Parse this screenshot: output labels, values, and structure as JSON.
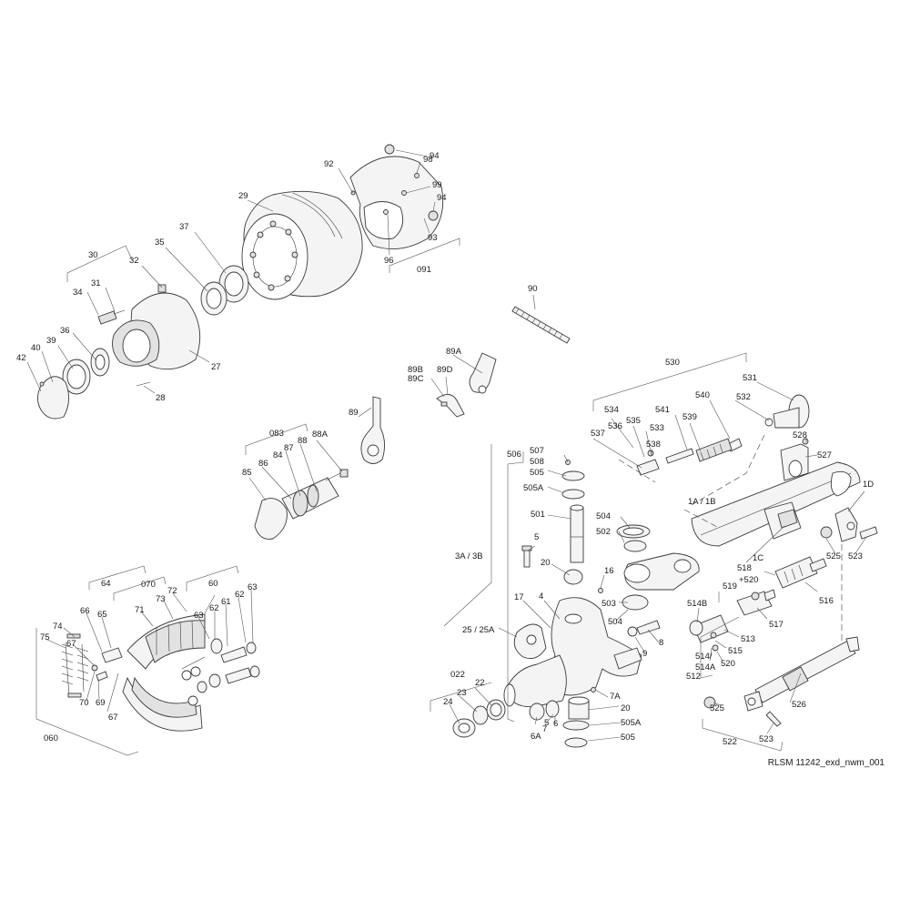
{
  "doc_id": "RLSM 11242_exd_nwm_001",
  "labels": {
    "l94a": "94",
    "l98": "98",
    "l92": "92",
    "l99": "99",
    "l94b": "94",
    "l93": "93",
    "l96": "96",
    "l091": "091",
    "l29": "29",
    "l37": "37",
    "l35": "35",
    "l30": "30",
    "l32": "32",
    "l31": "31",
    "l34": "34",
    "l27": "27",
    "l36": "36",
    "l39": "39",
    "l40": "40",
    "l42": "42",
    "l28": "28",
    "l90": "90",
    "l89A": "89A",
    "l89B": "89B",
    "l89C": "89C",
    "l89D": "89D",
    "l89": "89",
    "l083": "083",
    "l88A": "88A",
    "l88": "88",
    "l87": "87",
    "l84": "84",
    "l86": "86",
    "l85": "85",
    "l530": "530",
    "l531": "531",
    "l532": "532",
    "l540": "540",
    "l541": "541",
    "l539": "539",
    "l534": "534",
    "l535": "535",
    "l536": "536",
    "l533": "533",
    "l537": "537",
    "l538": "538",
    "l528": "528",
    "l527": "527",
    "l1D": "1D",
    "l1A1B": "1A / 1B",
    "l1C": "1C",
    "l525a": "525",
    "l523a": "523",
    "l518": "518",
    "l520a": "+520",
    "l516": "516",
    "l519": "519",
    "l514B": "514B",
    "l517": "517",
    "l513": "513",
    "l515": "515",
    "l514": "514/",
    "l514A": "514A",
    "l520b": "520",
    "l512": "512",
    "l525b": "525",
    "l526": "526",
    "l523b": "523",
    "l522": "522",
    "l506": "506",
    "l507": "507",
    "l508": "508",
    "l505a": "505",
    "l505Aa": "505A",
    "l501": "501",
    "l504a": "504",
    "l502": "502",
    "l3A3B": "3A / 3B",
    "l5": "5",
    "l20a": "20",
    "l16": "16",
    "l503": "503",
    "l504b": "504",
    "l17": "17",
    "l4": "4",
    "l2525A": "25 / 25A",
    "l8": "8",
    "l9": "9",
    "l022": "022",
    "l22": "22",
    "l23": "23",
    "l24": "24",
    "l7A": "7A",
    "l20b": "20",
    "l505Ab": "505A",
    "l505b": "505",
    "l5b": "5",
    "l6": "6",
    "l7": "7",
    "l6A": "6A",
    "l64": "64",
    "l070": "070",
    "l60": "60",
    "l63a": "63",
    "l73": "73",
    "l72": "72",
    "l71": "71",
    "l62a": "62",
    "l62b": "62",
    "l61": "61",
    "l63b": "63",
    "l66": "66",
    "l65": "65",
    "l67a": "67",
    "l74": "74",
    "l75": "75",
    "l67b": "67",
    "l70": "70",
    "l69": "69",
    "l060": "060"
  }
}
